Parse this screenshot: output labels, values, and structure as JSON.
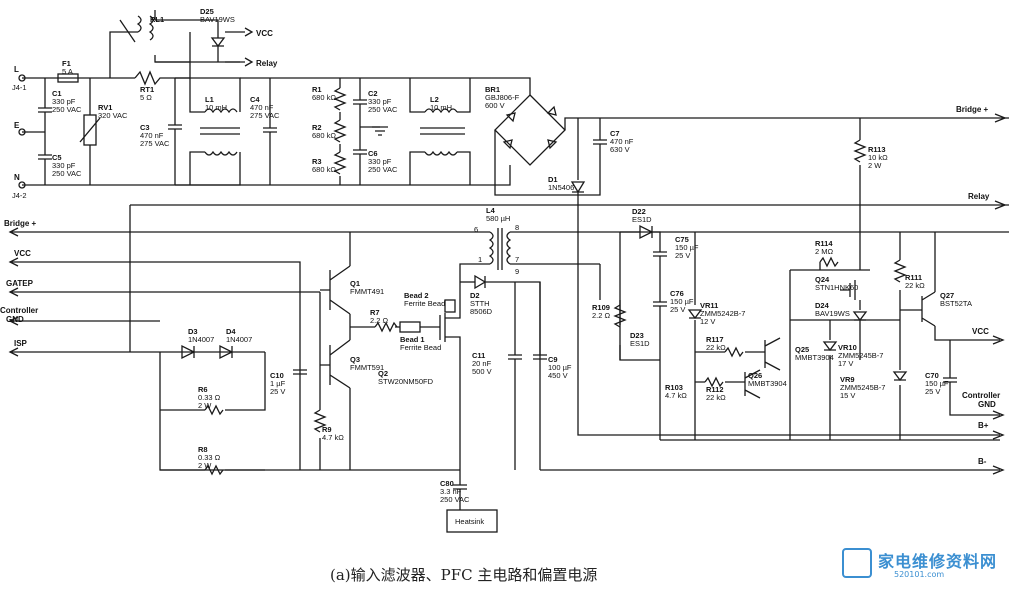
{
  "nets": {
    "L": "L",
    "J41": "J4-1",
    "E": "E",
    "N": "N",
    "J42": "J4-2",
    "vcc_top": "VCC",
    "relay_top": "Relay",
    "bridge_plus_right": "Bridge +",
    "relay_right": "Relay",
    "bridge_plus_left": "Bridge +",
    "vcc_left": "VCC",
    "gatep": "GATEP",
    "ctrl_gnd_left": "Controller\nGND",
    "isp": "ISP",
    "vcc_right": "VCC",
    "ctrl_gnd_right": "Controller\nGND",
    "b_plus": "B+",
    "b_minus": "B-"
  },
  "components": {
    "RL1": "RL1",
    "D25": [
      "D25",
      "BAV19WS"
    ],
    "F1": [
      "F1",
      "5 A"
    ],
    "RT1": [
      "RT1",
      "5 Ω"
    ],
    "C1": [
      "C1",
      "330 pF",
      "250 VAC"
    ],
    "C5": [
      "C5",
      "330 pF",
      "250 VAC"
    ],
    "RV1": [
      "RV1",
      "320 VAC"
    ],
    "C3": [
      "C3",
      "470 nF",
      "275 VAC"
    ],
    "L1": [
      "L1",
      "10 mH"
    ],
    "C4": [
      "C4",
      "470 nF",
      "275 VAC"
    ],
    "R1": [
      "R1",
      "680 kΩ"
    ],
    "R2": [
      "R2",
      "680 kΩ"
    ],
    "R3": [
      "R3",
      "680 kΩ"
    ],
    "C2": [
      "C2",
      "330 pF",
      "250 VAC"
    ],
    "C6": [
      "C6",
      "330 pF",
      "250 VAC"
    ],
    "L2": [
      "L2",
      "10 mH"
    ],
    "BR1": [
      "BR1",
      "GBJ806-F",
      "600 V"
    ],
    "C7": [
      "C7",
      "470 nF",
      "630 V"
    ],
    "D1": [
      "D1",
      "1N5406"
    ],
    "R113": [
      "R113",
      "10 kΩ",
      "2 W"
    ],
    "L4": [
      "L4",
      "580 µH"
    ],
    "D22": [
      "D22",
      "ES1D"
    ],
    "C75": [
      "C75",
      "150 µF",
      "25 V"
    ],
    "C76": [
      "C76",
      "150 µF",
      "25 V"
    ],
    "R109": [
      "R109",
      "2.2 Ω"
    ],
    "D23": [
      "D23",
      "ES1D"
    ],
    "R114": [
      "R114",
      "2 MΩ"
    ],
    "Q24": [
      "Q24",
      "STN1HNK60"
    ],
    "D24": [
      "D24",
      "BAV19WS"
    ],
    "R111": [
      "R111",
      "22 kΩ"
    ],
    "Q27": [
      "Q27",
      "BST52TA"
    ],
    "VR11": [
      "VR11",
      "ZMM5242B-7",
      "12 V"
    ],
    "R117": [
      "R117",
      "22 kΩ"
    ],
    "Q25": [
      "Q25",
      "MMBT3904"
    ],
    "Q26": [
      "Q26",
      "MMBT3904"
    ],
    "VR10": [
      "VR10",
      "ZMM5245B-7",
      "17 V"
    ],
    "VR9": [
      "VR9",
      "ZMM5245B-7",
      "15 V"
    ],
    "C70": [
      "C70",
      "150 µF",
      "25 V"
    ],
    "R103": [
      "R103",
      "4.7 kΩ"
    ],
    "R112": [
      "R112",
      "22 kΩ"
    ],
    "Q1": [
      "Q1",
      "FMMT491"
    ],
    "Q3": [
      "Q3",
      "FMMT591"
    ],
    "Bead2": [
      "Bead 2",
      "Ferrite Bead"
    ],
    "Bead1": [
      "Bead 1",
      "Ferrite Bead"
    ],
    "R7": [
      "R7",
      "2.2 Ω"
    ],
    "Q2": [
      "Q2",
      "STW20NM50FD"
    ],
    "D2": [
      "D2",
      "STTH",
      "8506D"
    ],
    "C11": [
      "C11",
      "20 nF",
      "500 V"
    ],
    "C9": [
      "C9",
      "100 µF",
      "450 V"
    ],
    "C10": [
      "C10",
      "1 µF",
      "25 V"
    ],
    "R9": [
      "R9",
      "4.7 kΩ"
    ],
    "D3": [
      "D3",
      "1N4007"
    ],
    "D4": [
      "D4",
      "1N4007"
    ],
    "R6": [
      "R6",
      "0.33 Ω",
      "2 W"
    ],
    "R8": [
      "R8",
      "0.33 Ω",
      "2 W"
    ],
    "C80": [
      "C80",
      "3.3 nF",
      "250 VAC"
    ],
    "heatsink": "Heatsink"
  },
  "pins": {
    "p6": "6",
    "p8": "8",
    "p1": "1",
    "p7": "7",
    "p9": "9"
  },
  "caption": "(a)输入滤波器、PFC 主电路和偏置电源",
  "watermark": {
    "text": "家电维修资料网",
    "url": "520101.com"
  },
  "colors": {
    "ink": "#1a1a1a",
    "watermark": "#3b8fd1"
  }
}
